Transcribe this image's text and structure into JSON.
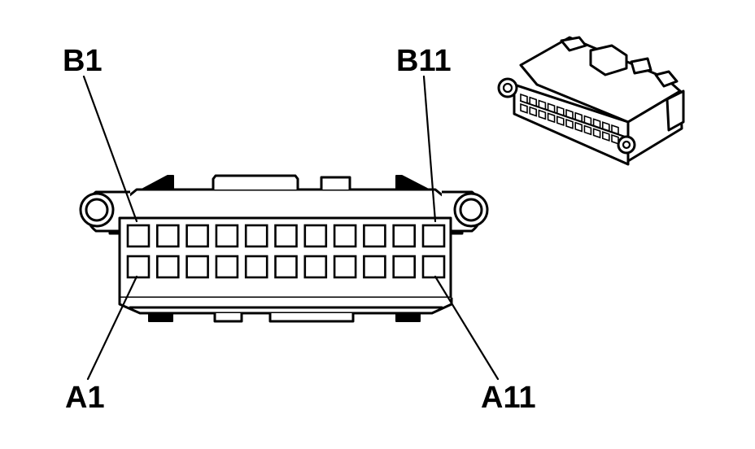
{
  "labels": {
    "b1": "B1",
    "b11": "B11",
    "a1": "A1",
    "a11": "A11"
  },
  "connector": {
    "rows": 2,
    "pins_per_row": 11
  },
  "colors": {
    "line": "#000000",
    "background": "#ffffff"
  }
}
